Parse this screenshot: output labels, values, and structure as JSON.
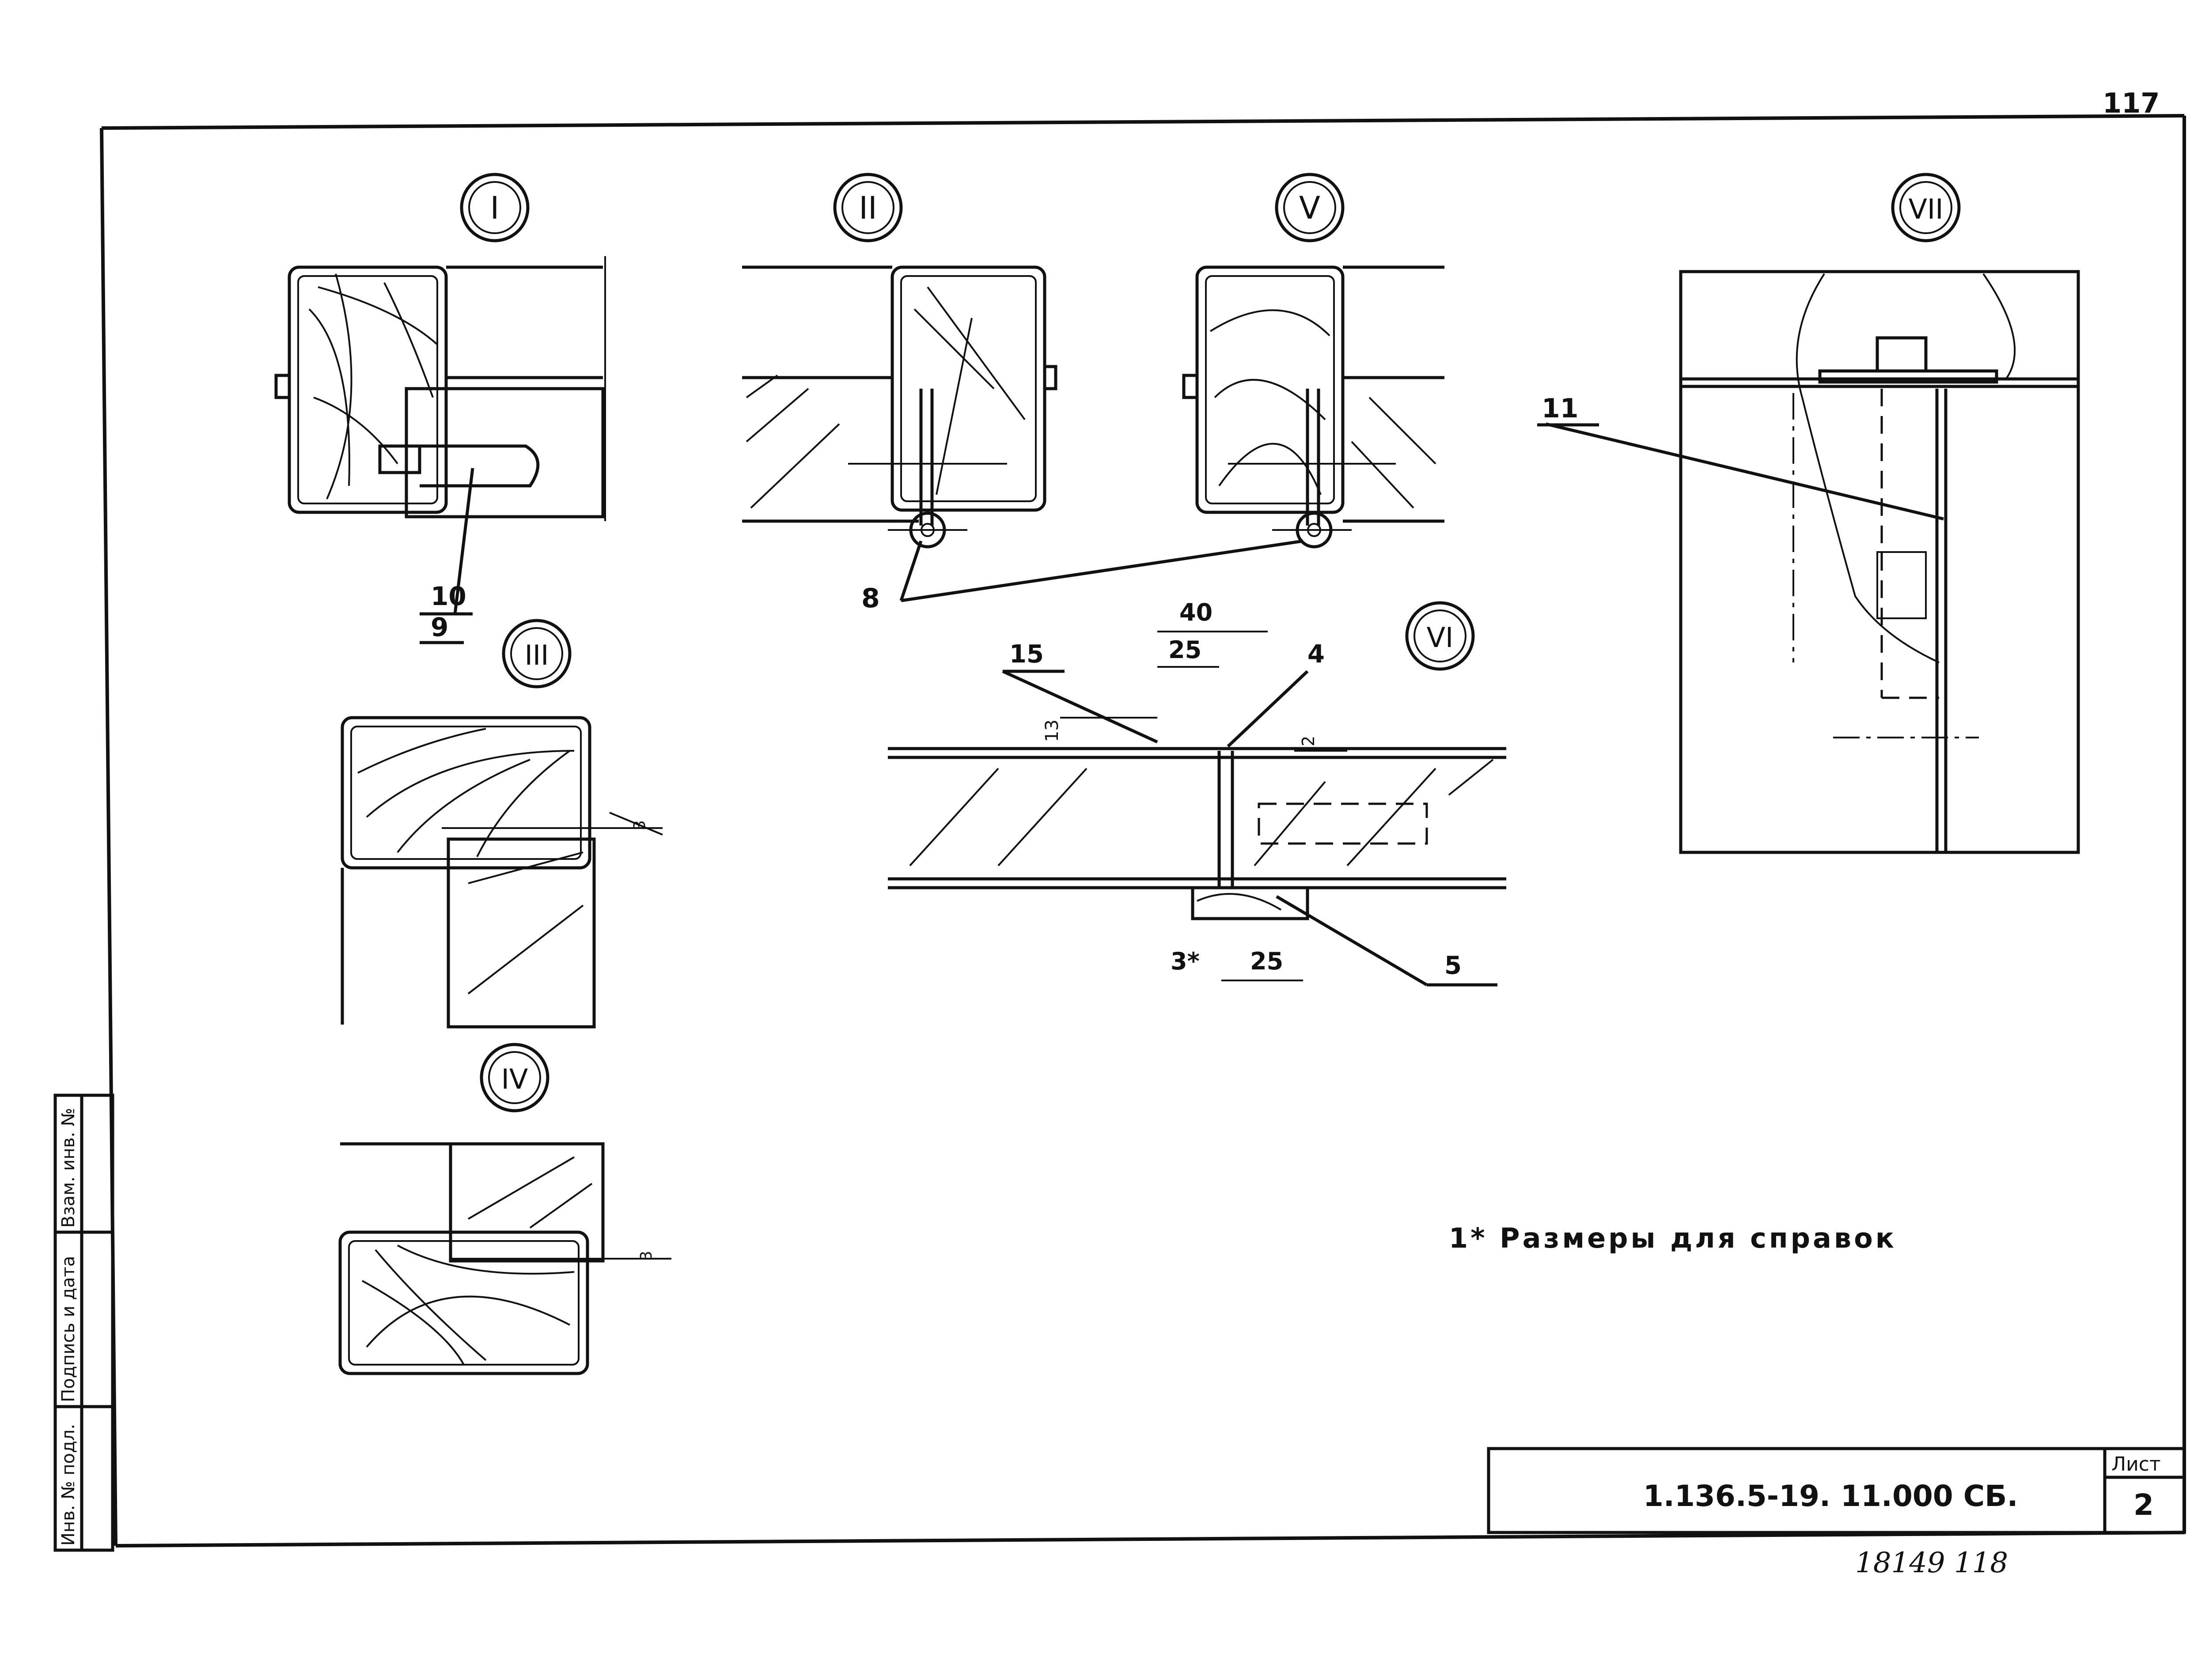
{
  "page": {
    "number": "117",
    "bottom_handwritten": "18149   118"
  },
  "colors": {
    "ink": "#111111",
    "paper": "#ffffff"
  },
  "details": {
    "I": "I",
    "II": "II",
    "V": "V",
    "VII": "VII",
    "III": "III",
    "IV": "IV",
    "VI": "VI"
  },
  "callouts": {
    "c10": "10",
    "c9": "9",
    "c8": "8",
    "c11": "11",
    "c15": "15",
    "c4": "4",
    "c5": "5"
  },
  "dimensions": {
    "d40": "40",
    "d25_top": "25",
    "d13": "13",
    "d2": "2",
    "d3star": "3*",
    "d25_bottom": "25",
    "d3_detail3": "3",
    "d3_detail4": "3"
  },
  "note": "1* Размеры для справок",
  "stamp": {
    "side_labels": [
      "Инв. № подл.",
      "Подпись и дата",
      "Взам. инв. №"
    ]
  },
  "title_block": {
    "designation": "1.136.5-19. 11.000 СБ.",
    "sheet_label": "Лист",
    "sheet_number": "2"
  }
}
